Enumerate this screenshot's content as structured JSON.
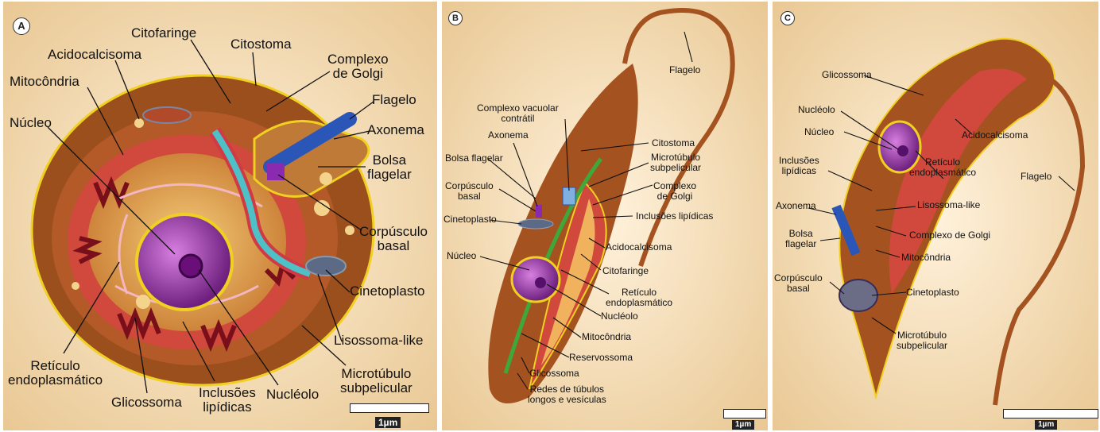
{
  "panel_a": {
    "letter": "A",
    "labels": {
      "citofaringe": "Citofaringe",
      "citostoma": "Citostoma",
      "acidocalcisoma": "Acidocalcisoma",
      "complexo_golgi": "Complexo\nde Golgi",
      "mitocondria": "Mitocôndria",
      "flagelo": "Flagelo",
      "nucleo": "Núcleo",
      "axonema": "Axonema",
      "bolsa_flagelar": "Bolsa\nflagelar",
      "corpusculo_basal": "Corpúsculo\nbasal",
      "cinetoplasto": "Cinetoplasto",
      "lisossoma_like": "Lisossoma-like",
      "reticulo": "Retículo\nendoplasmático",
      "microtubulo": "Microtúbulo\nsubpelicular",
      "nucleolo": "Nucléolo",
      "glicossoma": "Glicossoma",
      "inclusoes": "Inclusões\nlipídicas"
    },
    "scale": "1µm"
  },
  "panel_b": {
    "letter": "B",
    "labels": {
      "flagelo": "Flagelo",
      "complexo_vacuolar": "Complexo vacuolar\ncontrátil",
      "axonema": "Axonema",
      "citostoma": "Citostoma",
      "microtubulo": "Microtúbulo\nsubpelicular",
      "bolsa_flagelar": "Bolsa flagelar",
      "complexo_golgi": "Complexo\nde Golgi",
      "corpusculo_basal": "Corpúsculo\nbasal",
      "inclusoes": "Inclusões lipídicas",
      "cinetoplasto": "Cinetoplasto",
      "acidocalcisoma": "Acidocalcisoma",
      "nucleo": "Núcleo",
      "citofaringe": "Citofaringe",
      "reticulo": "Retículo\nendoplasmático",
      "nucleolo": "Nucléolo",
      "mitocondria": "Mitocôndria",
      "reservossoma": "Reservossoma",
      "glicossoma": "Glicossoma",
      "redes": "Redes de túbulos\nlongos e vesículas"
    },
    "scale": "1µm"
  },
  "panel_c": {
    "letter": "C",
    "labels": {
      "glicossoma": "Glicossoma",
      "nucleolo": "Nucléolo",
      "acidocalcisoma": "Acidocalcisoma",
      "nucleo": "Núcleo",
      "reticulo": "Retículo\nendoplasmático",
      "inclusoes": "Inclusões\nlipídicas",
      "flagelo": "Flagelo",
      "axonema": "Axonema",
      "lisossoma_like": "Lisossoma-like",
      "bolsa_flagelar": "Bolsa\nflagelar",
      "complexo_golgi": "Complexo de Golgi",
      "mitocondria": "Mitocôndria",
      "corpusculo_basal": "Corpúsculo\nbasal",
      "cinetoplasto": "Cinetoplasto",
      "microtubulo": "Microtúbulo\nsubpelicular"
    },
    "scale": "1µm"
  },
  "colors": {
    "background": "#f3dcb6",
    "cell_body": "#b4652a",
    "cytoplasm": "#cf8a3a",
    "membrane": "#f2d21e",
    "mitochondria": "#d8283a",
    "nucleus": "#9b3aa8",
    "axonema": "#2a56b8",
    "reticulum": "#e07a88"
  }
}
